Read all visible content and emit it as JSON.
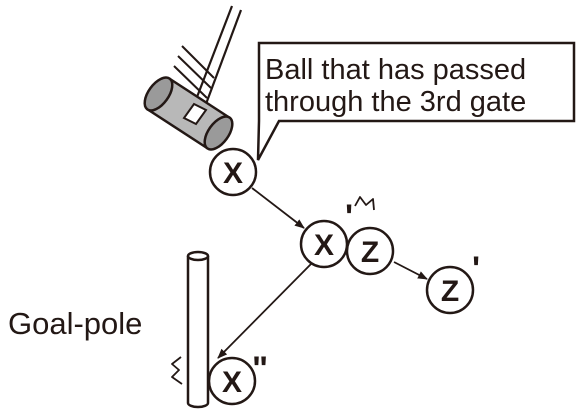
{
  "callout": {
    "line1": "Ball that has passed",
    "line2": "through the 3rd gate"
  },
  "balls": {
    "x": {
      "letter": "X",
      "mark": ""
    },
    "x_prime": {
      "letter": "X",
      "mark": "'"
    },
    "z": {
      "letter": "Z",
      "mark": ""
    },
    "z_prime": {
      "letter": "Z",
      "mark": "'"
    },
    "x_double_prime": {
      "letter": "X",
      "mark": "\""
    }
  },
  "goal_pole": {
    "label": "Goal-pole"
  },
  "colors": {
    "stroke": "#231815",
    "mallet_fill": "#b8b8b8",
    "mallet_end": "#9a9a9a",
    "background": "#ffffff"
  }
}
